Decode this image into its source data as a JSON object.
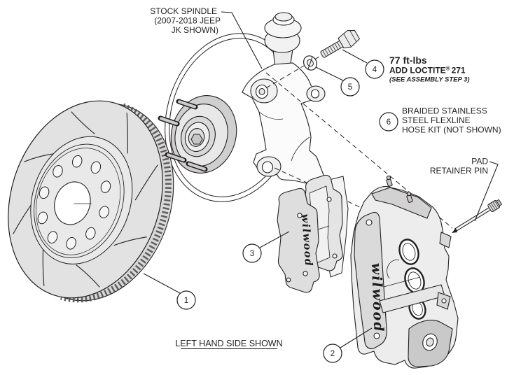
{
  "figure": {
    "footer": "LEFT HAND SIDE SHOWN",
    "brand_script": "wilwood"
  },
  "labels": {
    "stock_spindle": {
      "line1": "STOCK SPINDLE",
      "line2": "(2007-2018 JEEP",
      "line3": "JK SHOWN)"
    },
    "torque": {
      "value": "77 ft-lbs",
      "loctite": "ADD LOCTITE",
      "reg_mark": "®",
      "loctite_num": "271",
      "note": "(SEE ASSEMBLY STEP 3)"
    },
    "hose_kit": {
      "line1": "BRAIDED STAINLESS",
      "line2": "STEEL FLEXLINE",
      "line3": "HOSE KIT (NOT SHOWN)"
    },
    "pad_retainer": {
      "line1": "PAD",
      "line2": "RETAINER PIN"
    }
  },
  "callouts": [
    {
      "num": "1"
    },
    {
      "num": "2"
    },
    {
      "num": "3"
    },
    {
      "num": "4"
    },
    {
      "num": "5"
    },
    {
      "num": "6"
    }
  ],
  "colors": {
    "ink": "#231f20",
    "accent_red": "#c41414"
  }
}
